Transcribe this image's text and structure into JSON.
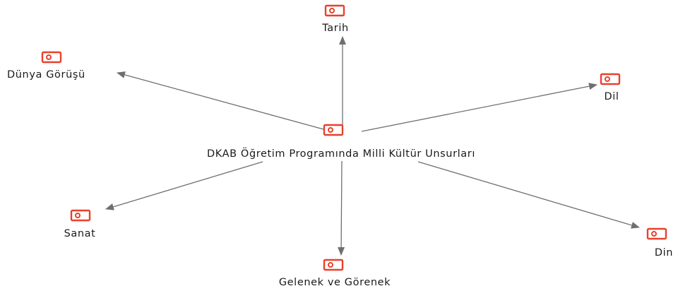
{
  "diagram": {
    "type": "code-network",
    "center": {
      "id": "center",
      "label": "DKAB Öğretim Programında Milli Kültür Unsurları",
      "icon": "code-icon"
    },
    "nodes": [
      {
        "id": "tarih",
        "label": "Tarih",
        "icon": "code-icon"
      },
      {
        "id": "dunya-gorusu",
        "label": "Dünya Görüşü",
        "icon": "code-icon"
      },
      {
        "id": "dil",
        "label": "Dil",
        "icon": "code-icon"
      },
      {
        "id": "sanat",
        "label": "Sanat",
        "icon": "code-icon"
      },
      {
        "id": "gelenek-ve-gorenek",
        "label": "Gelenek ve Görenek",
        "icon": "code-icon"
      },
      {
        "id": "din",
        "label": "Din",
        "icon": "code-icon"
      }
    ],
    "edges": [
      {
        "from": "center",
        "to": "tarih"
      },
      {
        "from": "center",
        "to": "dunya-gorusu"
      },
      {
        "from": "center",
        "to": "dil"
      },
      {
        "from": "center",
        "to": "sanat"
      },
      {
        "from": "center",
        "to": "gelenek-ve-gorenek"
      },
      {
        "from": "center",
        "to": "din"
      }
    ],
    "colors": {
      "icon": "#e8412c",
      "edge": "#6f6f6f",
      "text": "#1a1a1a"
    }
  }
}
